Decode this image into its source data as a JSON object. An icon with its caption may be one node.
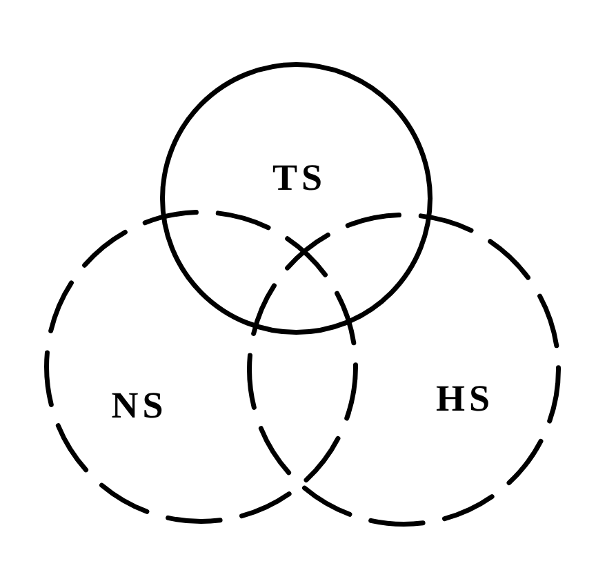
{
  "diagram": {
    "nodes": [
      {
        "text": [
          "TS"
        ]
      },
      {
        "text": [
          "NS"
        ]
      },
      {
        "text": [
          "HS"
        ]
      }
    ]
  }
}
